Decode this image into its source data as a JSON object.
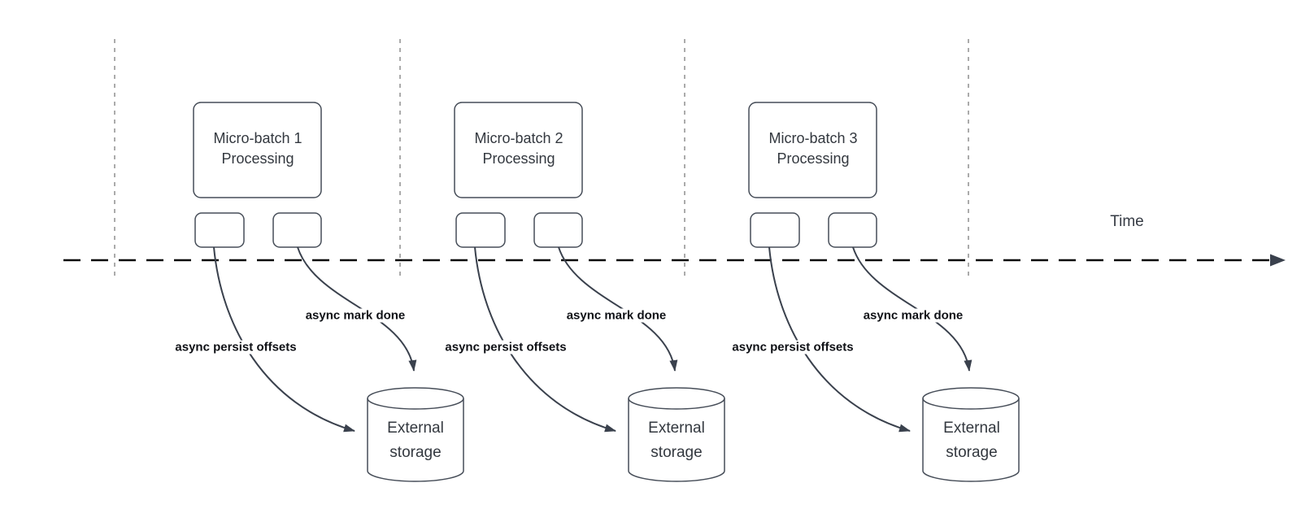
{
  "diagram": {
    "time_axis_label": "Time",
    "groups": [
      {
        "title_line1": "Micro-batch 1",
        "title_line2": "Processing",
        "persist_label": "async persist offsets",
        "mark_done_label": "async mark done",
        "storage_line1": "External",
        "storage_line2": "storage"
      },
      {
        "title_line1": "Micro-batch 2",
        "title_line2": "Processing",
        "persist_label": "async persist offsets",
        "mark_done_label": "async mark done",
        "storage_line1": "External",
        "storage_line2": "storage"
      },
      {
        "title_line1": "Micro-batch 3",
        "title_line2": "Processing",
        "persist_label": "async persist offsets",
        "mark_done_label": "async mark done",
        "storage_line1": "External",
        "storage_line2": "storage"
      }
    ],
    "colors": {
      "axis": "#0c0c0c",
      "gridline": "#ababab",
      "shape_stroke": "#464d58",
      "arrow": "#3a414d",
      "title_text": "#33383f",
      "label_text": "#0f1116"
    }
  }
}
